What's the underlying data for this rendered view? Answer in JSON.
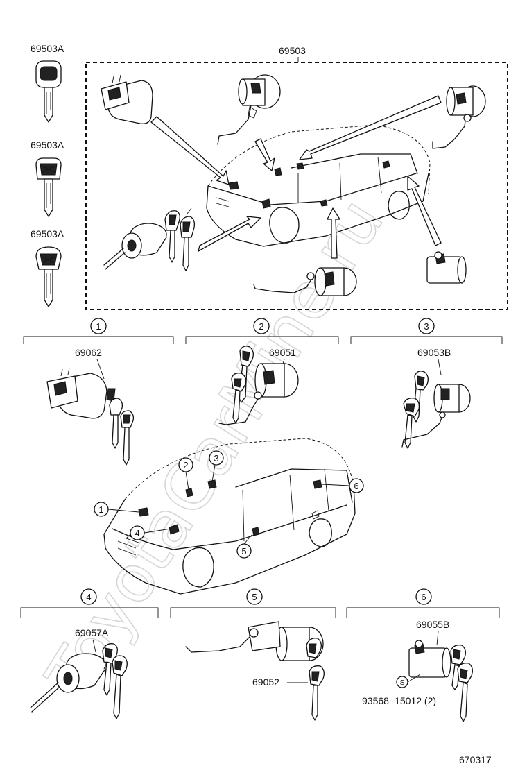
{
  "watermark": "ToyotaCarMine.ru",
  "top_group": {
    "label": "69503",
    "keys": [
      "69503A",
      "69503A",
      "69503A"
    ]
  },
  "sections": [
    {
      "num": "1",
      "part": "69062"
    },
    {
      "num": "2",
      "part": "69051"
    },
    {
      "num": "3",
      "part": "69053B"
    },
    {
      "num": "4",
      "part": "69057A"
    },
    {
      "num": "5",
      "part": "69052"
    },
    {
      "num": "6",
      "part": "69055B"
    }
  ],
  "extra_part": {
    "badge": "S",
    "number": "93568−15012 (2)"
  },
  "car_callouts": [
    "1",
    "2",
    "3",
    "4",
    "5",
    "6"
  ],
  "diagram_number": "670317"
}
